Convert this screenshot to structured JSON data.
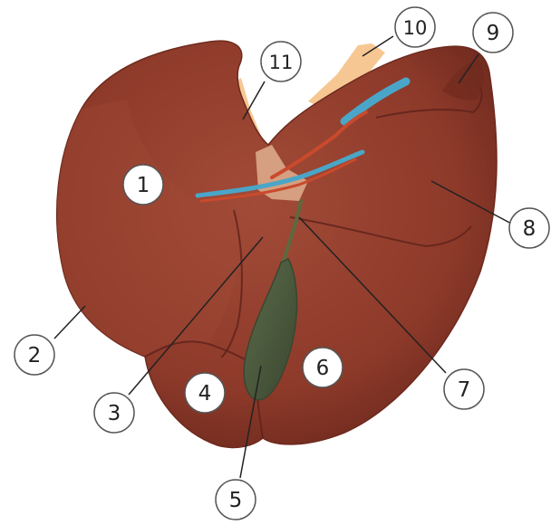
{
  "colors": {
    "liver": "#8e3a2a",
    "liver_dark": "#6e2a1e",
    "liver_light": "#a04a37",
    "lobe_lines": "#5e221a",
    "gallbladder": "#4e5e40",
    "gallbladder_dark": "#3a4630",
    "ligament": "#f6c792",
    "vein_blue": "#4aa6c8",
    "artery_red": "#c94a2c",
    "hilum": "#dba98a",
    "bile_duct": "#5c6a3e",
    "label_circle_fill": "#ffffff",
    "label_circle_stroke": "#555555",
    "leader_line": "#222222"
  },
  "labels": [
    {
      "id": "1",
      "text": "1"
    },
    {
      "id": "2",
      "text": "2"
    },
    {
      "id": "3",
      "text": "3"
    },
    {
      "id": "4",
      "text": "4"
    },
    {
      "id": "5",
      "text": "5"
    },
    {
      "id": "6",
      "text": "6"
    },
    {
      "id": "7",
      "text": "7"
    },
    {
      "id": "8",
      "text": "8"
    },
    {
      "id": "9",
      "text": "9"
    },
    {
      "id": "10",
      "text": "10"
    },
    {
      "id": "11",
      "text": "11"
    }
  ]
}
